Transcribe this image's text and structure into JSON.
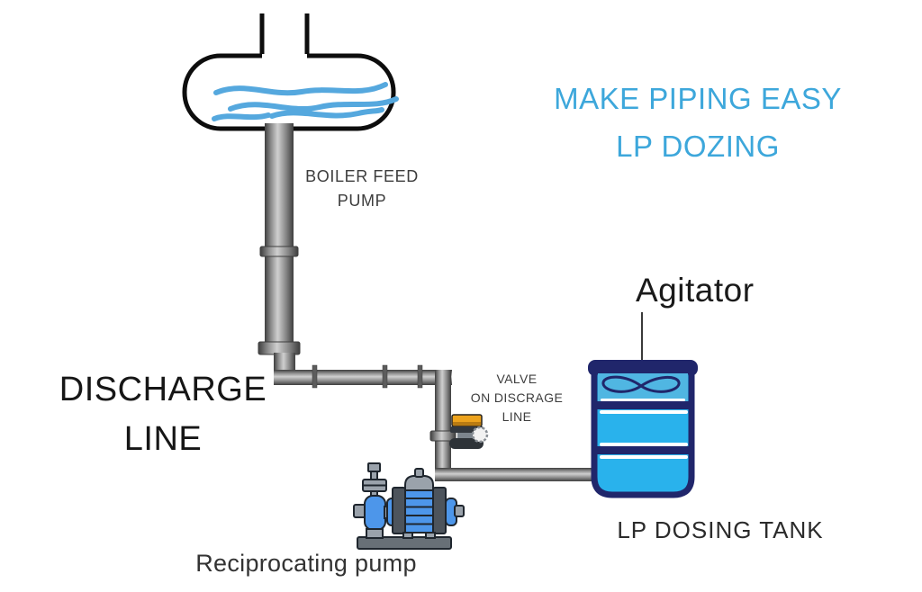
{
  "title": {
    "line1": "MAKE PIPING EASY",
    "line2": "LP DOZING"
  },
  "boiler_label": {
    "line1": "BOILER FEED",
    "line2": "PUMP"
  },
  "discharge_label": {
    "line1": "DISCHARGE",
    "line2": "LINE"
  },
  "valve_label": {
    "line1": "VALVE",
    "line2": "ON DISCRAGE",
    "line3": "LINE"
  },
  "agitator_label": "Agitator",
  "dosing_tank_label": "LP DOSING TANK",
  "pump_label": "Reciprocating pump",
  "components": [
    "boiler-drum-icon",
    "water-waves-icon",
    "discharge-pipe",
    "valve-icon",
    "reciprocating-pump-icon",
    "lp-dosing-tank-icon",
    "agitator-blades-icon"
  ],
  "colors": {
    "title_blue": "#3da7db",
    "wave_blue": "#55a8de",
    "tank_navy": "#20266b",
    "tank_cyan": "#29b2ec",
    "tank_cyan_top": "#50b6e2",
    "pump_blue": "#4d96ea",
    "valve_orange": "#eda31d",
    "metal_gray": "#9aa2ab",
    "metal_dark": "#4d545c",
    "outline_black": "#111111"
  }
}
